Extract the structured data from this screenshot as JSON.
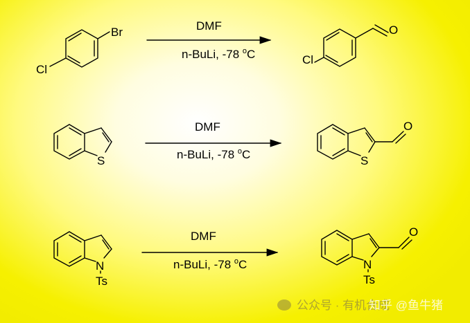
{
  "background_colors": {
    "center": "#ffffff",
    "edge": "#f2ec00"
  },
  "reactions": [
    {
      "reagent": "DMF",
      "conditions": "n-BuLi, -78 ",
      "degree": "o",
      "unit": "C",
      "reactant_labels": {
        "br": "Br",
        "cl": "Cl"
      },
      "product_labels": {
        "cl": "Cl",
        "o": "O"
      }
    },
    {
      "reagent": "DMF",
      "conditions": "n-BuLi, -78 ",
      "degree": "o",
      "unit": "C",
      "reactant_labels": {
        "s": "S"
      },
      "product_labels": {
        "s": "S",
        "o": "O"
      }
    },
    {
      "reagent": "DMF",
      "conditions": "n-BuLi, -78 ",
      "degree": "o",
      "unit": "C",
      "reactant_labels": {
        "n": "N",
        "ts": "Ts"
      },
      "product_labels": {
        "n": "N",
        "ts": "Ts",
        "o": "O"
      }
    }
  ],
  "watermarks": {
    "wechat": "公众号 · 有机合成",
    "zhihu": "知乎 @鱼牛猪"
  }
}
